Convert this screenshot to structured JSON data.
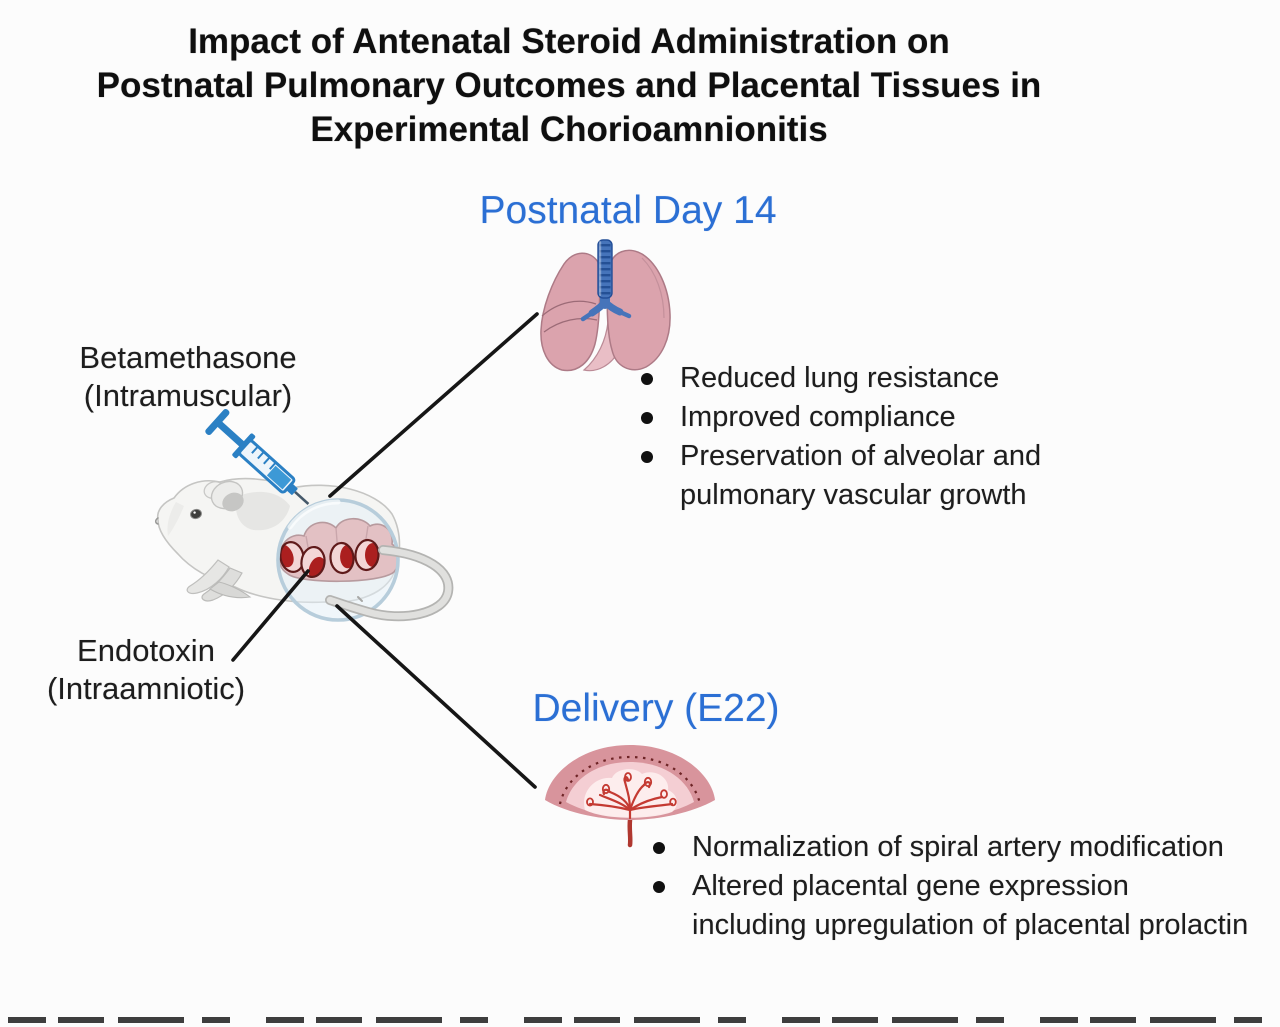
{
  "title": {
    "lines": [
      "Impact of Antenatal Steroid Administration on",
      "Postnatal Pulmonary Outcomes and Placental Tissues in",
      "Experimental Chorioamnionitis"
    ]
  },
  "sections": {
    "postnatal": {
      "heading": "Postnatal Day 14",
      "bullets": [
        "Reduced lung resistance",
        "Improved compliance",
        "Preservation of alveolar and pulmonary vascular growth"
      ]
    },
    "delivery": {
      "heading": "Delivery (E22)",
      "bullets": [
        "Normalization of spiral artery modification",
        "Altered placental gene expression including upregulation of placental prolactin"
      ]
    }
  },
  "labels": {
    "betamethasone": [
      "Betamethasone",
      "(Intramuscular)"
    ],
    "endotoxin": [
      "Endotoxin",
      "(Intraamniotic)"
    ]
  },
  "icons": {
    "lungs": "lungs-illustration",
    "placenta": "placenta-illustration",
    "mouse": "pregnant-mouse-illustration",
    "syringe": "syringe-icon",
    "magnifier": "uterus-magnifier-circle"
  },
  "colors": {
    "heading_blue": "#2b6fd4",
    "text_dark": "#1d1d1d",
    "title_black": "#0f0f0f",
    "connector_black": "#161616",
    "lung_pink": "#dba3ad",
    "trachea_blue": "#4674ba",
    "placenta_outer_pink": "#d8949c",
    "placenta_inner_pink": "#f4ced3",
    "artery_red": "#c43a32",
    "embryo_red": "#ab1f1f",
    "syringe_blue": "#2b80c4"
  }
}
